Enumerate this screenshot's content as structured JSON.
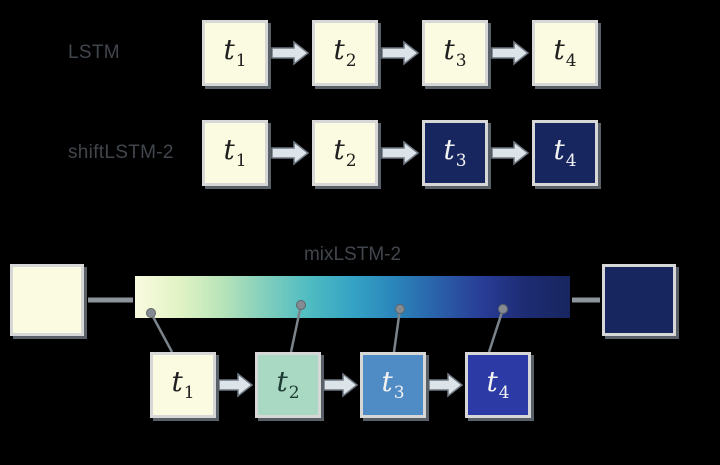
{
  "colors": {
    "background": "#000000",
    "cream": "#fafbe0",
    "navy": "#17265f",
    "green": "#a9d9c3",
    "midblue": "#4f8bc4",
    "royal": "#2c3aa6",
    "label_text": "#41464d",
    "dark_text": "#202020",
    "light_text": "#f2f2f2"
  },
  "rows": [
    {
      "label": "LSTM",
      "boxes": [
        {
          "base": "t",
          "sub": "1",
          "bg": "#fafbe0",
          "fg": "#202020"
        },
        {
          "base": "t",
          "sub": "2",
          "bg": "#fafbe0",
          "fg": "#202020"
        },
        {
          "base": "t",
          "sub": "3",
          "bg": "#fafbe0",
          "fg": "#202020"
        },
        {
          "base": "t",
          "sub": "4",
          "bg": "#fafbe0",
          "fg": "#202020"
        }
      ]
    },
    {
      "label": "shiftLSTM-2",
      "boxes": [
        {
          "base": "t",
          "sub": "1",
          "bg": "#fafbe0",
          "fg": "#202020"
        },
        {
          "base": "t",
          "sub": "2",
          "bg": "#fafbe0",
          "fg": "#202020"
        },
        {
          "base": "t",
          "sub": "3",
          "bg": "#17265f",
          "fg": "#f2f2f2"
        },
        {
          "base": "t",
          "sub": "4",
          "bg": "#17265f",
          "fg": "#f2f2f2"
        }
      ]
    }
  ],
  "mix": {
    "title": "mixLSTM-2",
    "gradient": [
      "#fafbe0",
      "#e2f3c5",
      "#b8e4b9",
      "#81cebc",
      "#4fbcc2",
      "#35a3c4",
      "#2a84ba",
      "#2a5fa8",
      "#283c96",
      "#1d2b72",
      "#17265f"
    ],
    "left_box": {
      "bg": "#fafbe0"
    },
    "right_box": {
      "bg": "#17265f"
    },
    "boxes": [
      {
        "base": "t",
        "sub": "1",
        "bg": "#fafbe0",
        "fg": "#202020"
      },
      {
        "base": "t",
        "sub": "2",
        "bg": "#a9d9c3",
        "fg": "#1d3a33"
      },
      {
        "base": "t",
        "sub": "3",
        "bg": "#4f8bc4",
        "fg": "#f2f2f2"
      },
      {
        "base": "t",
        "sub": "4",
        "bg": "#2c3aa6",
        "fg": "#f2f2f2"
      }
    ]
  }
}
